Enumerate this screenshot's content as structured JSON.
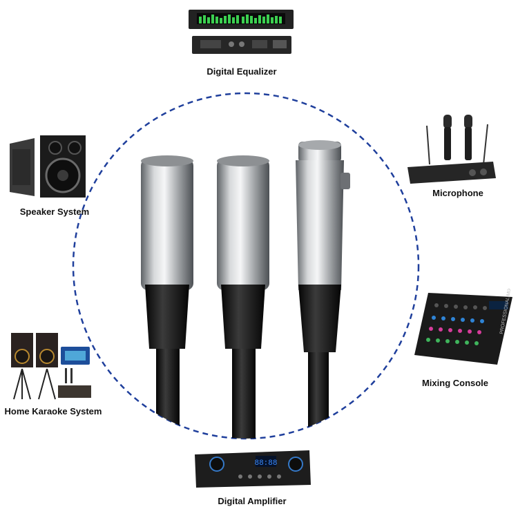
{
  "devices": {
    "top": {
      "label": "Digital Equalizer",
      "icon": "equalizer-icon"
    },
    "left_upper": {
      "label": "Speaker System",
      "icon": "speaker-icon"
    },
    "left_lower": {
      "label": "Home Karaoke System",
      "icon": "karaoke-icon"
    },
    "bottom": {
      "label": "Digital Amplifier",
      "icon": "amplifier-icon",
      "display": "88:88"
    },
    "right_upper": {
      "label": "Microphone",
      "icon": "microphone-icon"
    },
    "right_lower": {
      "label": "Mixing Console",
      "icon": "mixer-icon",
      "panel_text": "PROFESSIONAL MIXER"
    }
  },
  "product": {
    "icon": "xlr-y-cable-icon",
    "connectors": [
      "male-xlr",
      "male-xlr",
      "female-xlr"
    ]
  },
  "colors": {
    "circle": "#1f3f9c",
    "metal": "#b9bcbf",
    "cable": "#151515"
  }
}
